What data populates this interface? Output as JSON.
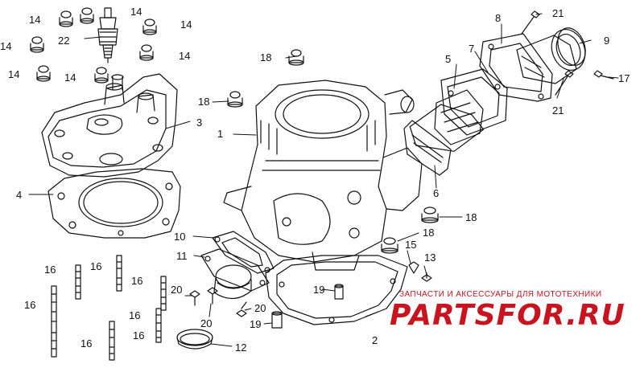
{
  "callouts": [
    {
      "id": "c1",
      "text": "1"
    },
    {
      "id": "c2",
      "text": "2"
    },
    {
      "id": "c3",
      "text": "3"
    },
    {
      "id": "c4",
      "text": "4"
    },
    {
      "id": "c5",
      "text": "5"
    },
    {
      "id": "c6",
      "text": "6"
    },
    {
      "id": "c7",
      "text": "7"
    },
    {
      "id": "c8",
      "text": "8"
    },
    {
      "id": "c9",
      "text": "9"
    },
    {
      "id": "c10",
      "text": "10"
    },
    {
      "id": "c11",
      "text": "11"
    },
    {
      "id": "c12",
      "text": "12"
    },
    {
      "id": "c13",
      "text": "13"
    },
    {
      "id": "c14a",
      "text": "14"
    },
    {
      "id": "c14b",
      "text": "14"
    },
    {
      "id": "c14c",
      "text": "14"
    },
    {
      "id": "c14d",
      "text": "14"
    },
    {
      "id": "c14e",
      "text": "14"
    },
    {
      "id": "c14f",
      "text": "14"
    },
    {
      "id": "c14g",
      "text": "14"
    },
    {
      "id": "c15",
      "text": "15"
    },
    {
      "id": "c16a",
      "text": "16"
    },
    {
      "id": "c16b",
      "text": "16"
    },
    {
      "id": "c16c",
      "text": "16"
    },
    {
      "id": "c16d",
      "text": "16"
    },
    {
      "id": "c16e",
      "text": "16"
    },
    {
      "id": "c16f",
      "text": "16"
    },
    {
      "id": "c16g",
      "text": "16"
    },
    {
      "id": "c17",
      "text": "17"
    },
    {
      "id": "c18a",
      "text": "18"
    },
    {
      "id": "c18b",
      "text": "18"
    },
    {
      "id": "c18c",
      "text": "18"
    },
    {
      "id": "c18d",
      "text": "18"
    },
    {
      "id": "c19a",
      "text": "19"
    },
    {
      "id": "c19b",
      "text": "19"
    },
    {
      "id": "c20a",
      "text": "20"
    },
    {
      "id": "c20b",
      "text": "20"
    },
    {
      "id": "c20c",
      "text": "20"
    },
    {
      "id": "c21a",
      "text": "21"
    },
    {
      "id": "c21b",
      "text": "21"
    },
    {
      "id": "c22",
      "text": "22"
    }
  ],
  "watermark": {
    "tagline": "ЗАПЧАСТИ И АКСЕССУАРЫ ДЛЯ МОТОТЕХНИКИ",
    "logo": "PARTSFOR.RU",
    "color": "#c8141e"
  }
}
